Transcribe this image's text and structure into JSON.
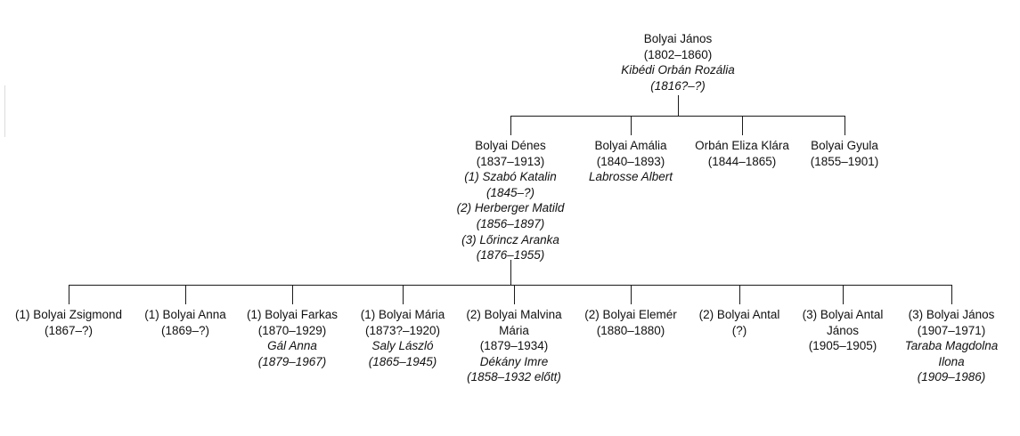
{
  "root": {
    "name": "Bolyai János",
    "years": "(1802–1860)",
    "spouses": [
      "Kibédi Orbán Rozália",
      "(1816?–?)"
    ]
  },
  "generation2": [
    {
      "name": "Bolyai Dénes",
      "years": "(1837–1913)",
      "spouses": [
        "(1) Szabó Katalin",
        "(1845–?)",
        "(2) Herberger Matild",
        "(1856–1897)",
        "(3) Lőrincz Aranka",
        "(1876–1955)"
      ]
    },
    {
      "name": "Bolyai Amália",
      "years": "(1840–1893)",
      "spouses": [
        "Labrosse Albert"
      ]
    },
    {
      "name": "Orbán Eliza Klára",
      "years": "(1844–1865)",
      "spouses": []
    },
    {
      "name": "Bolyai Gyula",
      "years": "(1855–1901)",
      "spouses": []
    }
  ],
  "generation3": [
    {
      "name": "(1) Bolyai Zsigmond",
      "years": "(1867–?)",
      "spouses": []
    },
    {
      "name": "(1) Bolyai Anna",
      "years": "(1869–?)",
      "spouses": []
    },
    {
      "name": "(1) Bolyai Farkas",
      "years": "(1870–1929)",
      "spouses": [
        "Gál Anna",
        "(1879–1967)"
      ]
    },
    {
      "name": "(1) Bolyai Mária",
      "years": "(1873?–1920)",
      "spouses": [
        "Saly László",
        "(1865–1945)"
      ]
    },
    {
      "name": "(2) Bolyai Malvina\nMária",
      "years": "(1879–1934)",
      "spouses": [
        "Dékány Imre",
        "(1858–1932 előtt)"
      ]
    },
    {
      "name": "(2) Bolyai Elemér",
      "years": "(1880–1880)",
      "spouses": []
    },
    {
      "name": "(2) Bolyai Antal",
      "years": "(?)",
      "spouses": []
    },
    {
      "name": "(3) Bolyai Antal\nJános",
      "years": "(1905–1905)",
      "spouses": []
    },
    {
      "name": "(3) Bolyai János",
      "years": "(1907–1971)",
      "spouses": [
        "Taraba Magdolna",
        "Ilona",
        "(1909–1986)"
      ]
    }
  ]
}
